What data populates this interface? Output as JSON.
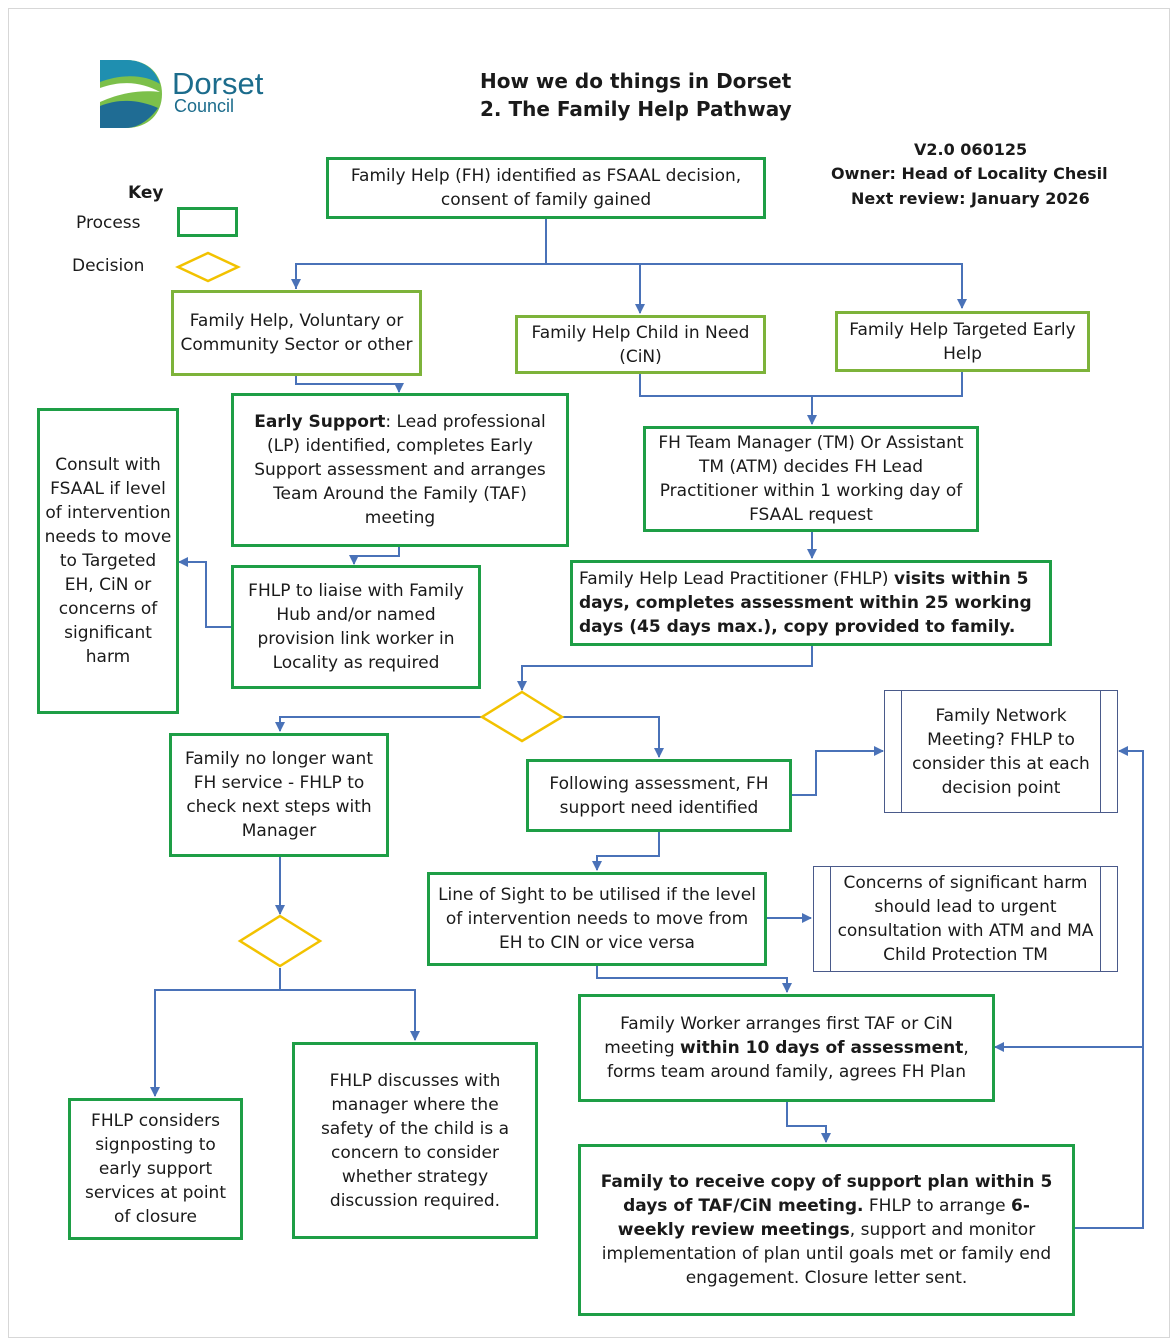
{
  "header": {
    "brand_name": "Dorset",
    "brand_sub": "Council",
    "title_line1": "How we do things in Dorset",
    "title_line2": "2. The Family Help Pathway",
    "version": "V2.0  060125",
    "owner": "Owner: Head of Locality Chesil",
    "review": "Next review: January 2026"
  },
  "key": {
    "title": "Key",
    "process_label": "Process",
    "decision_label": "Decision"
  },
  "colors": {
    "process_border": "#1e9e46",
    "process_border_light": "#7db33a",
    "decision": "#f2c200",
    "arrow": "#4a72b8"
  },
  "nodes": {
    "fh_identified": "Family Help (FH) identified as FSAAL decision, consent of family gained",
    "voluntary": "Family Help, Voluntary or Community Sector or other",
    "cin": "Family Help Child in Need (CiN)",
    "targeted": "Family Help Targeted Early Help",
    "early_support_bold": "Early Support",
    "early_support_rest": ": Lead professional (LP) identified, completes Early Support assessment and arranges Team Around the Family (TAF) meeting",
    "consult": "Consult with FSAAL if level of intervention needs to move to Targeted EH, CiN or concerns of significant harm",
    "fhlp_liaise": "FHLP to liaise with Family Hub and/or named provision link worker in Locality as required",
    "tm_decides": "FH Team Manager (TM) Or Assistant TM (ATM) decides FH Lead Practitioner within 1 working day of FSAAL request",
    "fhlp_visit_plain": "Family Help Lead Practitioner (FHLP) ",
    "fhlp_visit_bold": " visits within 5 days, completes assessment within 25 working days (45 days max.), copy provided to family.",
    "no_longer": "Family no longer want FH service - FHLP to check next steps with Manager",
    "following": "Following assessment,  FH support need identified",
    "network": "Family Network Meeting? FHLP  to consider this at each decision point",
    "line_of_sight": "Line of Sight to be utilised if the level of intervention needs to move from EH to CIN or vice versa",
    "concerns": "Concerns of significant harm should lead to urgent consultation with ATM and MA Child Protection TM",
    "worker_a": "Family Worker arranges first TAF or CiN meeting ",
    "worker_b": "within 10 days of assessment",
    "worker_c": ", forms team around family, agrees FH Plan",
    "signposting": "FHLP considers signposting to early support services at point of closure",
    "discusses": "FHLP discusses with manager where the safety of the child is a concern to consider whether strategy discussion required.",
    "plan_a": "Family to receive copy of support plan within 5 days of TAF/CiN meeting.",
    "plan_b": " FHLP to arrange ",
    "plan_c": "6-weekly review meetings",
    "plan_d": ", support and monitor implementation of plan until goals met or family end engagement.  Closure letter sent."
  }
}
